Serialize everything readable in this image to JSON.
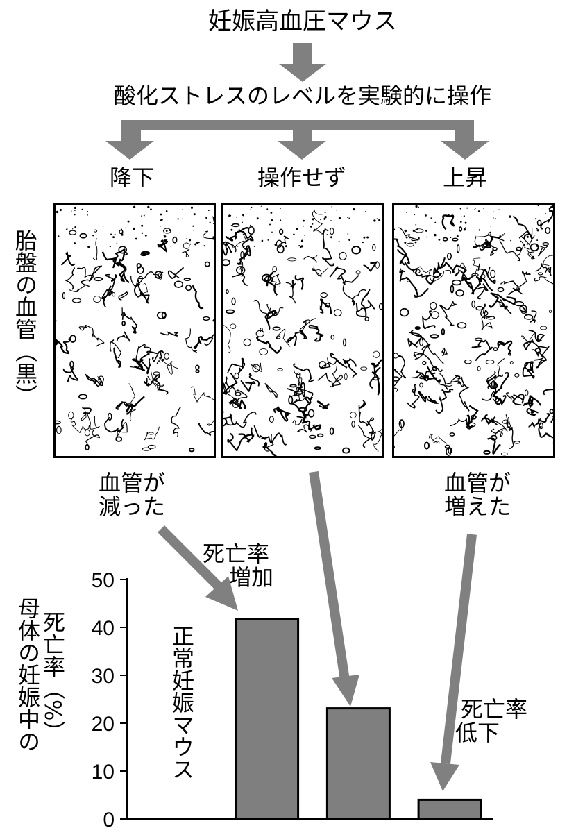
{
  "flow": {
    "top_label": "妊娠高血圧マウス",
    "manipulation_label": "酸化ストレスのレベルを実験的に操作",
    "branches": [
      "降下",
      "操作せず",
      "上昇"
    ]
  },
  "side_label": "胎盤の血管（黒）",
  "annotations": {
    "decreased": [
      "血管が",
      "減った"
    ],
    "increased": [
      "血管が",
      "増えた"
    ],
    "mortality_up": [
      "死亡率",
      "増加"
    ],
    "mortality_down": [
      "死亡率",
      "低下"
    ],
    "normal_mouse": "正常妊娠マウス"
  },
  "colors": {
    "arrow": "#808080",
    "bar": "#7f7f7f"
  },
  "chart_data": {
    "type": "bar",
    "categories": [
      "正常妊娠マウス",
      "降下",
      "操作せず",
      "上昇"
    ],
    "values": [
      0,
      41.7,
      23.1,
      4.0
    ],
    "ylabel_lines": [
      "母体の妊娠中の",
      "死亡率（%）"
    ],
    "yticks": [
      "0",
      "10",
      "20",
      "30",
      "40",
      "50"
    ],
    "ylim": [
      0,
      50
    ],
    "grid": false,
    "legend": "none"
  }
}
